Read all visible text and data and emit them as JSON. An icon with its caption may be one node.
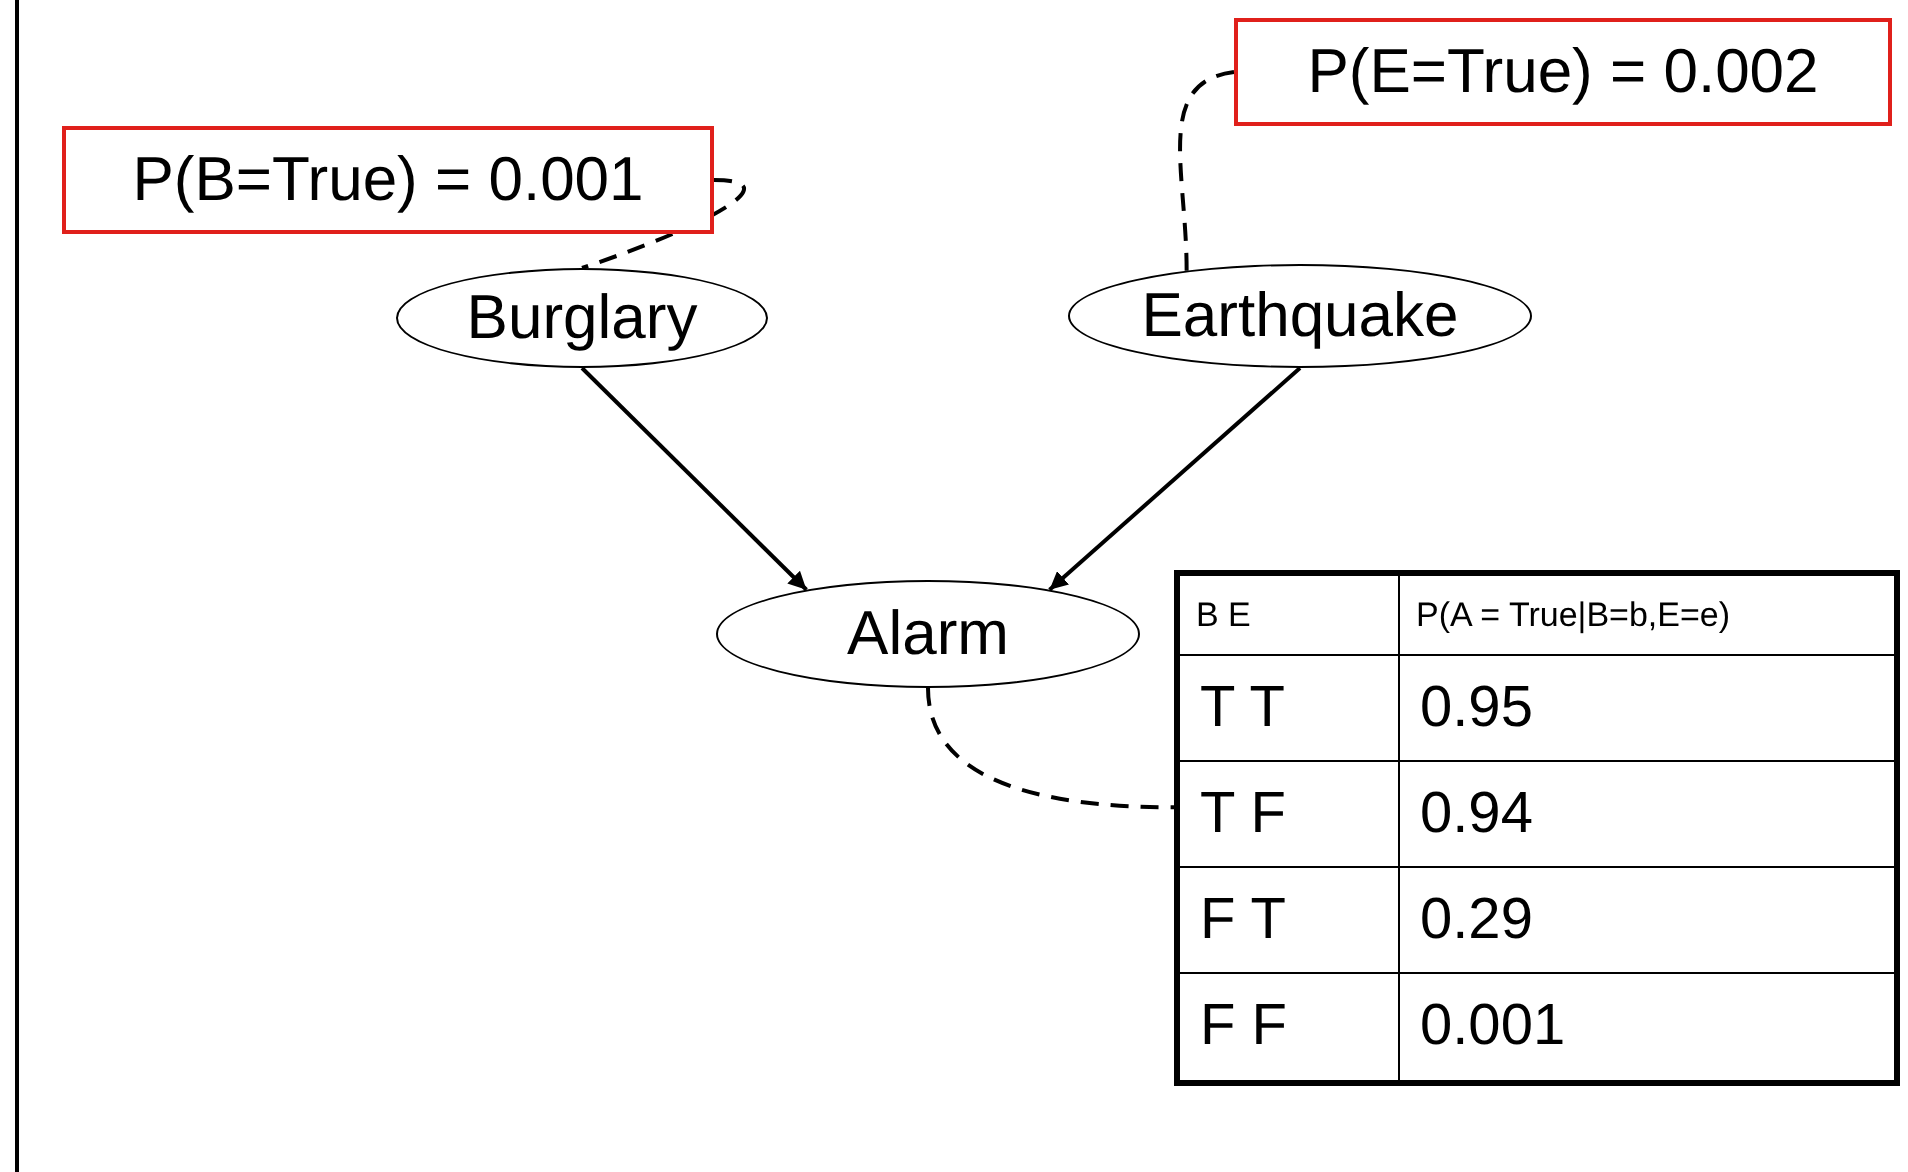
{
  "diagram": {
    "nodes": [
      {
        "text": [
          "P(B=True) = 0.001"
        ]
      },
      {
        "text": [
          "P(E=True) = 0.002"
        ]
      },
      {
        "text": [
          "Burglary"
        ]
      },
      {
        "text": [
          "Earthquake"
        ]
      },
      {
        "text": [
          "Alarm"
        ]
      },
      {
        "text": [
          "B E",
          "P(A = True|B=b,E=e)",
          "T T",
          "0.95",
          "T F",
          "0.94",
          "F T",
          "0.29",
          "F F",
          "0.001"
        ]
      }
    ],
    "edges": [
      {
        "from": 0,
        "to": 2,
        "arrow": "none",
        "style": "dashed"
      },
      {
        "from": 1,
        "to": 3,
        "arrow": "none",
        "style": "dashed"
      },
      {
        "from": 2,
        "to": 4,
        "arrow": "to"
      },
      {
        "from": 3,
        "to": 4,
        "arrow": "to"
      },
      {
        "from": 4,
        "to": 5,
        "arrow": "none",
        "style": "dashed"
      }
    ]
  }
}
